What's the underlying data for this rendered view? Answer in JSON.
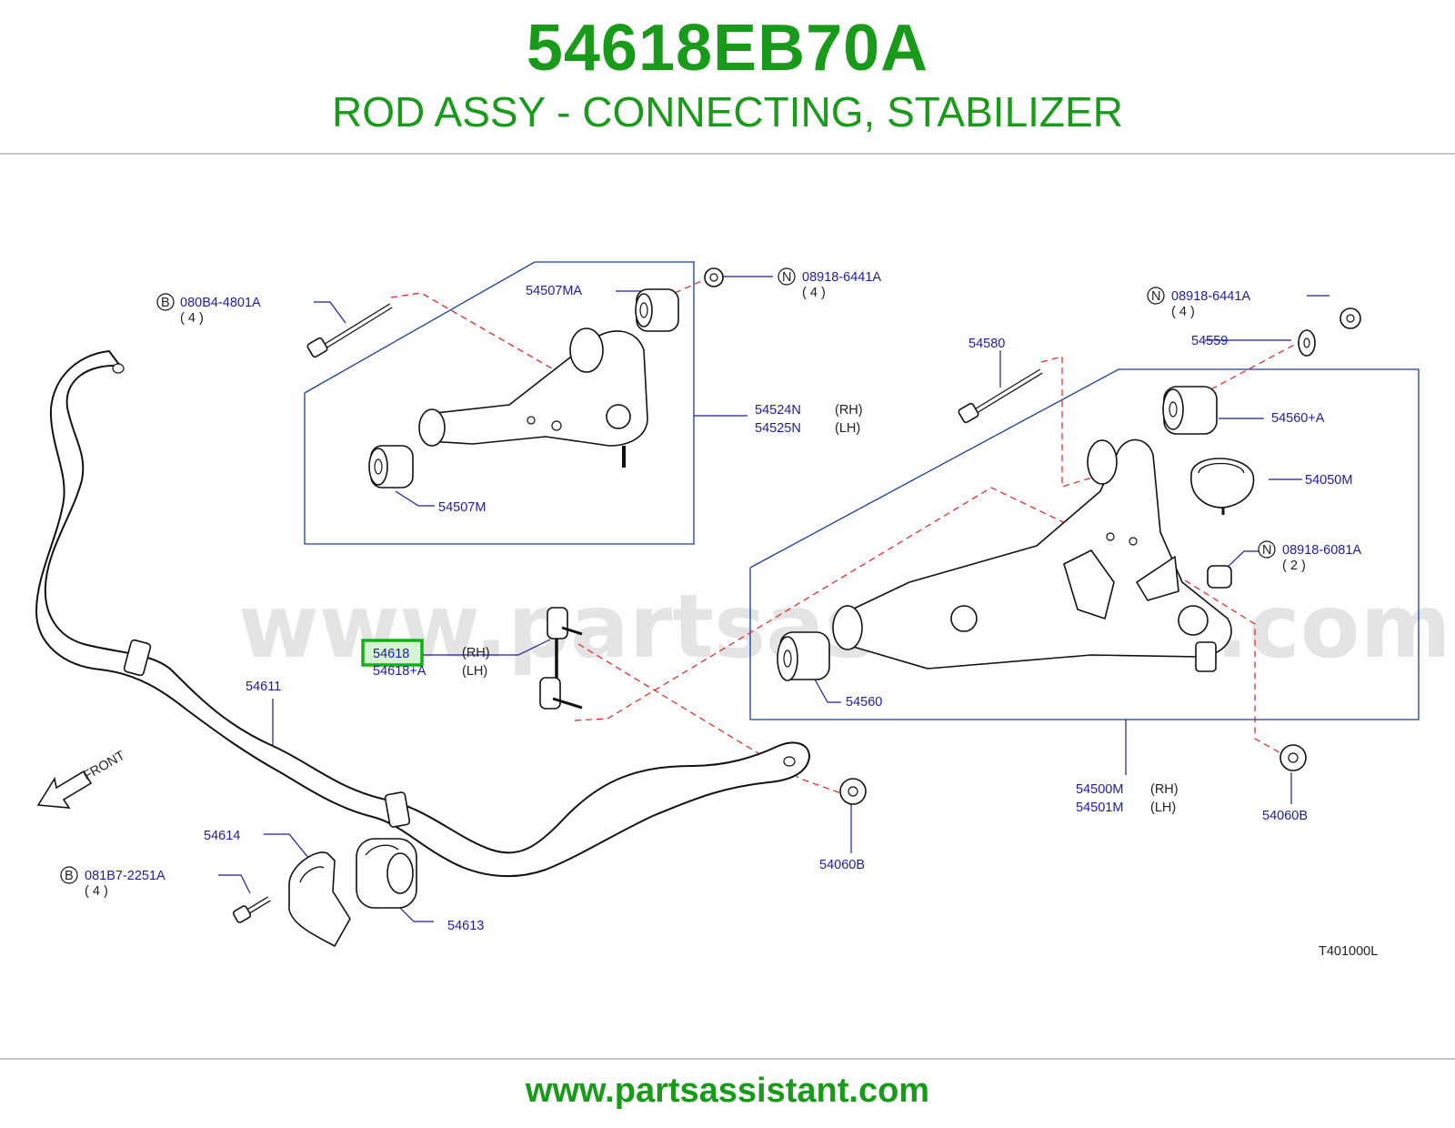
{
  "header": {
    "part_number": "54618EB70A",
    "part_name": "ROD ASSY - CONNECTING, STABILIZER"
  },
  "footer": {
    "url": "www.partsassistant.com"
  },
  "diagram": {
    "watermark": "www.partsassistant.com",
    "drawing_code": "T401000L",
    "front_label": "FRONT",
    "highlight_color": "#12b012",
    "callouts": {
      "bolt_080b4": {
        "badge": "B",
        "code": "080B4-4801A",
        "qty": "( 4 )"
      },
      "nut_08918_top": {
        "badge": "N",
        "code": "08918-6441A",
        "qty": "( 4 )"
      },
      "nut_08918_right": {
        "badge": "N",
        "code": "08918-6441A",
        "qty": "( 4 )"
      },
      "nut_08918_6081": {
        "badge": "N",
        "code": "08918-6081A",
        "qty": "( 2 )"
      },
      "bolt_081b7": {
        "badge": "B",
        "code": "081B7-2251A",
        "qty": "( 4 )"
      },
      "p54507MA": "54507MA",
      "p54507M": "54507M",
      "p54524N": "54524N",
      "p54525N": "54525N",
      "p54580": "54580",
      "p54559": "54559",
      "p54560A": "54560+A",
      "p54050M": "54050M",
      "p54560": "54560",
      "p54500M": "54500M",
      "p54501M": "54501M",
      "p54060B_right": "54060B",
      "p54060B_mid": "54060B",
      "p54618": "54618",
      "p54618A": "54618+A",
      "p54611": "54611",
      "p54614": "54614",
      "p54613": "54613",
      "rh": "(RH)",
      "lh": "(LH)"
    }
  }
}
